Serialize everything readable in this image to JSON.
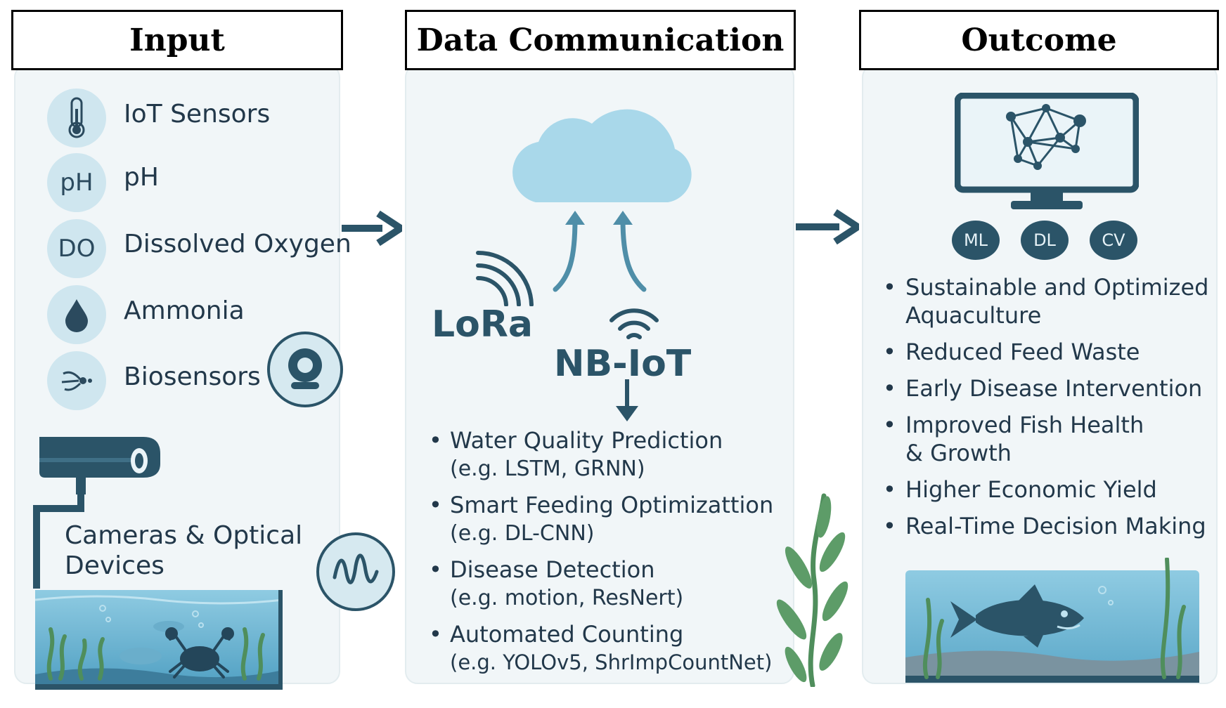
{
  "headers": {
    "input": "Input",
    "communication": "Data Communication",
    "outcome": "Outcome"
  },
  "input": {
    "sensors": [
      {
        "icon": "thermometer-icon",
        "badge": "",
        "label": "IoT Sensors"
      },
      {
        "icon": "ph-icon",
        "badge": "pH",
        "label": "pH"
      },
      {
        "icon": "do-icon",
        "badge": "DO",
        "label": "Dissolved Oxygen"
      },
      {
        "icon": "droplet-icon",
        "badge": "",
        "label": "Ammonia"
      },
      {
        "icon": "biosensor-icon",
        "badge": "",
        "label": "Biosensors"
      }
    ],
    "camera_label_line1": "Cameras & Optical",
    "camera_label_line2": "Devices"
  },
  "communication": {
    "lora": "LoRa",
    "nbiot": "NB-IoT",
    "items": [
      {
        "title": "Water Quality Prediction",
        "example": "(e.g. LSTM, GRNN)"
      },
      {
        "title": "Smart Feeding Optimizattion",
        "example": "(e.g. DL-CNN)"
      },
      {
        "title": "Disease Detection",
        "example": "(e.g. motion, ResNert)"
      },
      {
        "title": "Automated Counting",
        "example": "(e.g. YOLOv5, ShrImpCountNet)"
      }
    ]
  },
  "outcome": {
    "badges": [
      "ML",
      "DL",
      "CV"
    ],
    "items": [
      {
        "line1": "Sustainable and Optimized",
        "line2": "Aquaculture"
      },
      {
        "line1": "Reduced Feed Waste",
        "line2": ""
      },
      {
        "line1": "Early Disease Intervention",
        "line2": ""
      },
      {
        "line1": "Improved Fish Health",
        "line2": "& Growth"
      },
      {
        "line1": "Higher Economic Yield",
        "line2": ""
      },
      {
        "line1": "Real-Time Decision Making",
        "line2": ""
      }
    ]
  },
  "colors": {
    "dark": "#2b5468",
    "light_blue": "#a9d8ea",
    "panel": "#f1f6f8",
    "water": "#5fb0d0",
    "plant": "#4f8e5c"
  }
}
